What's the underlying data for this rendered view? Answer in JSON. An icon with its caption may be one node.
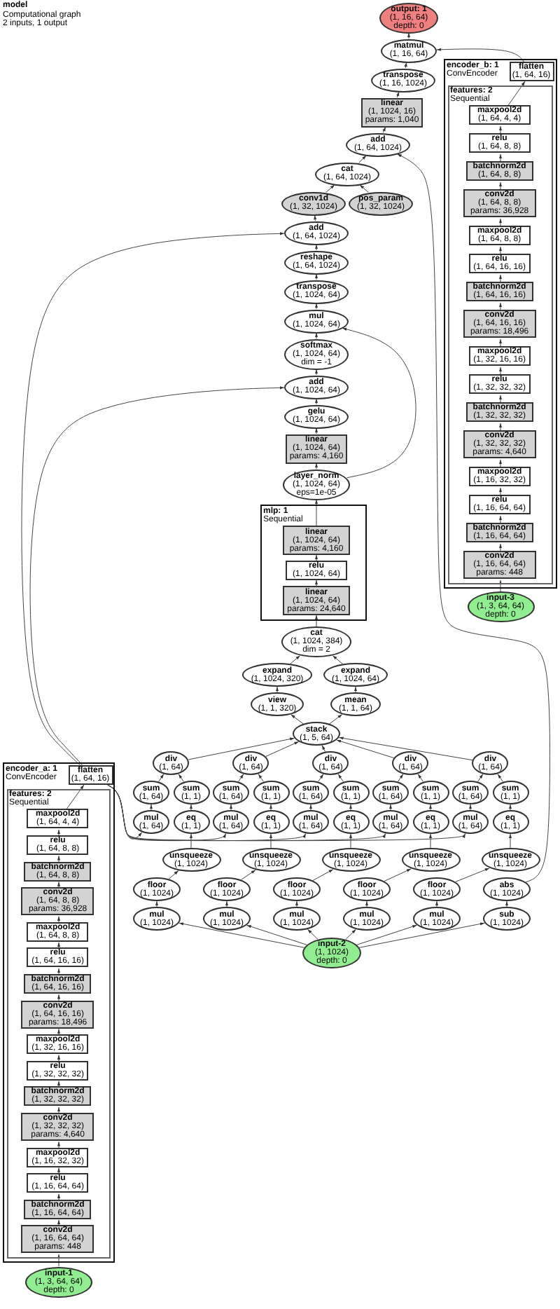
{
  "diagram": {
    "title": "model",
    "labels": [
      "Computational graph",
      "2 inputs, 1 output"
    ],
    "nodes": [
      {
        "text": [
          "output: 1",
          "(1, 16, 64)",
          "depth: 0"
        ]
      },
      {
        "text": [
          "matmul",
          "(1, 16, 64)"
        ]
      },
      {
        "text": [
          "transpose",
          "(1, 16, 1024)"
        ]
      },
      {
        "text": [
          "linear",
          "(1, 1024, 16)",
          "params: 1,040"
        ]
      },
      {
        "text": [
          "add",
          "(1, 64, 1024)"
        ]
      },
      {
        "text": [
          "cat",
          "(1, 64, 1024)"
        ]
      },
      {
        "text": [
          "conv1d",
          "(1, 32, 1024)"
        ]
      },
      {
        "text": [
          "pos_param",
          "(1, 32, 1024)"
        ]
      },
      {
        "text": [
          "add",
          "(1, 64, 1024)"
        ]
      },
      {
        "text": [
          "reshape",
          "(1, 64, 1024)"
        ]
      },
      {
        "text": [
          "transpose",
          "(1, 1024, 64)"
        ]
      },
      {
        "text": [
          "mul",
          "(1, 1024, 64)"
        ]
      },
      {
        "text": [
          "softmax",
          "(1, 1024, 64)",
          "dim = -1"
        ]
      },
      {
        "text": [
          "add",
          "(1, 1024, 64)"
        ]
      },
      {
        "text": [
          "gelu",
          "(1, 1024, 64)"
        ]
      },
      {
        "text": [
          "linear",
          "(1, 1024, 64)",
          "params: 4,160"
        ]
      },
      {
        "text": [
          "layer_norm",
          "(1, 1024, 64)",
          "eps=1e-05"
        ]
      },
      {
        "text": [
          "mlp: 1",
          "Sequential"
        ]
      },
      {
        "text": [
          "linear",
          "(1, 1024, 64)",
          "params: 4,160"
        ],
        "in": 17
      },
      {
        "text": [
          "relu",
          "(1, 1024, 64)"
        ],
        "in": 17
      },
      {
        "text": [
          "linear",
          "(1, 1024, 64)",
          "params: 24,640"
        ],
        "in": 17
      },
      {
        "text": [
          "cat",
          "(1, 1024, 384)",
          "dim = 2"
        ]
      },
      {
        "text": [
          "expand",
          "(1, 1024, 320)"
        ]
      },
      {
        "text": [
          "expand",
          "(1, 1024, 64)"
        ]
      },
      {
        "text": [
          "view",
          "(1, 1, 320)"
        ]
      },
      {
        "text": [
          "mean",
          "(1, 1, 64)"
        ]
      },
      {
        "text": [
          "stack",
          "(1, 5, 64)"
        ]
      },
      {
        "text": [
          "div",
          "(1, 64)"
        ]
      },
      {
        "text": [
          "div",
          "(1, 64)"
        ]
      },
      {
        "text": [
          "div",
          "(1, 64)"
        ]
      },
      {
        "text": [
          "div",
          "(1, 64)"
        ]
      },
      {
        "text": [
          "div",
          "(1, 64)"
        ]
      },
      {
        "text": [
          "sum",
          "(1, 64)"
        ]
      },
      {
        "text": [
          "sum",
          "(1, 1)"
        ]
      },
      {
        "text": [
          "sum",
          "(1, 64)"
        ]
      },
      {
        "text": [
          "sum",
          "(1, 1)"
        ]
      },
      {
        "text": [
          "sum",
          "(1, 64)"
        ]
      },
      {
        "text": [
          "sum",
          "(1, 1)"
        ]
      },
      {
        "text": [
          "sum",
          "(1, 64)"
        ]
      },
      {
        "text": [
          "sum",
          "(1, 1)"
        ]
      },
      {
        "text": [
          "sum",
          "(1, 64)"
        ]
      },
      {
        "text": [
          "sum",
          "(1, 1)"
        ]
      },
      {
        "text": [
          "mul",
          "(1, 64)"
        ]
      },
      {
        "text": [
          "eq",
          "(1, 1)"
        ]
      },
      {
        "text": [
          "mul",
          "(1, 64)"
        ]
      },
      {
        "text": [
          "eq",
          "(1, 1)"
        ]
      },
      {
        "text": [
          "mul",
          "(1, 64)"
        ]
      },
      {
        "text": [
          "eq",
          "(1, 1)"
        ]
      },
      {
        "text": [
          "mul",
          "(1, 64)"
        ]
      },
      {
        "text": [
          "eq",
          "(1, 1)"
        ]
      },
      {
        "text": [
          "mul",
          "(1, 64)"
        ]
      },
      {
        "text": [
          "eq",
          "(1, 1)"
        ]
      },
      {
        "text": [
          "unsqueeze",
          "(1, 1024)"
        ]
      },
      {
        "text": [
          "unsqueeze",
          "(1, 1024)"
        ]
      },
      {
        "text": [
          "unsqueeze",
          "(1, 1024)"
        ]
      },
      {
        "text": [
          "unsqueeze",
          "(1, 1024)"
        ]
      },
      {
        "text": [
          "unsqueeze",
          "(1, 1024)"
        ]
      },
      {
        "text": [
          "floor",
          "(1, 1024)"
        ]
      },
      {
        "text": [
          "floor",
          "(1, 1024)"
        ]
      },
      {
        "text": [
          "floor",
          "(1, 1024)"
        ]
      },
      {
        "text": [
          "floor",
          "(1, 1024)"
        ]
      },
      {
        "text": [
          "floor",
          "(1, 1024)"
        ]
      },
      {
        "text": [
          "abs",
          "(1, 1024)"
        ]
      },
      {
        "text": [
          "mul",
          "(1, 1024)"
        ]
      },
      {
        "text": [
          "mul",
          "(1, 1024)"
        ]
      },
      {
        "text": [
          "mul",
          "(1, 1024)"
        ]
      },
      {
        "text": [
          "mul",
          "(1, 1024)"
        ]
      },
      {
        "text": [
          "mul",
          "(1, 1024)"
        ]
      },
      {
        "text": [
          "sub",
          "(1, 1024)"
        ]
      },
      {
        "text": [
          "input-2",
          "(1, 1024)",
          "depth: 0"
        ]
      },
      {
        "text": [
          "encoder_a: 1",
          "ConvEncoder"
        ]
      },
      {
        "text": [
          "flatten",
          "(1, 64, 16)"
        ],
        "in": 70
      },
      {
        "text": [
          "features: 2",
          "Sequential"
        ],
        "in": 70
      },
      {
        "text": [
          "maxpool2d",
          "(1, 64, 4, 4)"
        ],
        "in": 72
      },
      {
        "text": [
          "relu",
          "(1, 64, 8, 8)"
        ],
        "in": 72
      },
      {
        "text": [
          "batchnorm2d",
          "(1, 64, 8, 8)"
        ],
        "in": 72
      },
      {
        "text": [
          "conv2d",
          "(1, 64, 8, 8)",
          "params: 36,928"
        ],
        "in": 72
      },
      {
        "text": [
          "maxpool2d",
          "(1, 64, 8, 8)"
        ],
        "in": 72
      },
      {
        "text": [
          "relu",
          "(1, 64, 16, 16)"
        ],
        "in": 72
      },
      {
        "text": [
          "batchnorm2d",
          "(1, 64, 16, 16)"
        ],
        "in": 72
      },
      {
        "text": [
          "conv2d",
          "(1, 64, 16, 16)",
          "params: 18,496"
        ],
        "in": 72
      },
      {
        "text": [
          "maxpool2d",
          "(1, 32, 16, 16)"
        ],
        "in": 72
      },
      {
        "text": [
          "relu",
          "(1, 32, 32, 32)"
        ],
        "in": 72
      },
      {
        "text": [
          "batchnorm2d",
          "(1, 32, 32, 32)"
        ],
        "in": 72
      },
      {
        "text": [
          "conv2d",
          "(1, 32, 32, 32)",
          "params: 4,640"
        ],
        "in": 72
      },
      {
        "text": [
          "maxpool2d",
          "(1, 16, 32, 32)"
        ],
        "in": 72
      },
      {
        "text": [
          "relu",
          "(1, 16, 64, 64)"
        ],
        "in": 72
      },
      {
        "text": [
          "batchnorm2d",
          "(1, 16, 64, 64)"
        ],
        "in": 72
      },
      {
        "text": [
          "conv2d",
          "(1, 16, 64, 64)",
          "params: 448"
        ],
        "in": 72
      },
      {
        "text": [
          "input-1",
          "(1, 3, 64, 64)",
          "depth: 0"
        ]
      },
      {
        "text": [
          "encoder_b: 1",
          "ConvEncoder"
        ]
      },
      {
        "text": [
          "flatten",
          "(1, 64, 16)"
        ],
        "in": 90
      },
      {
        "text": [
          "features: 2",
          "Sequential"
        ],
        "in": 90
      },
      {
        "text": [
          "maxpool2d",
          "(1, 64, 4, 4)"
        ],
        "in": 92
      },
      {
        "text": [
          "relu",
          "(1, 64, 8, 8)"
        ],
        "in": 92
      },
      {
        "text": [
          "batchnorm2d",
          "(1, 64, 8, 8)"
        ],
        "in": 92
      },
      {
        "text": [
          "conv2d",
          "(1, 64, 8, 8)",
          "params: 36,928"
        ],
        "in": 92
      },
      {
        "text": [
          "maxpool2d",
          "(1, 64, 8, 8)"
        ],
        "in": 92
      },
      {
        "text": [
          "relu",
          "(1, 64, 16, 16)"
        ],
        "in": 92
      },
      {
        "text": [
          "batchnorm2d",
          "(1, 64, 16, 16)"
        ],
        "in": 92
      },
      {
        "text": [
          "conv2d",
          "(1, 64, 16, 16)",
          "params: 18,496"
        ],
        "in": 92
      },
      {
        "text": [
          "maxpool2d",
          "(1, 32, 16, 16)"
        ],
        "in": 92
      },
      {
        "text": [
          "relu",
          "(1, 32, 32, 32)"
        ],
        "in": 92
      },
      {
        "text": [
          "batchnorm2d",
          "(1, 32, 32, 32)"
        ],
        "in": 92
      },
      {
        "text": [
          "conv2d",
          "(1, 32, 32, 32)",
          "params: 4,640"
        ],
        "in": 92
      },
      {
        "text": [
          "maxpool2d",
          "(1, 16, 32, 32)"
        ],
        "in": 92
      },
      {
        "text": [
          "relu",
          "(1, 16, 64, 64)"
        ],
        "in": 92
      },
      {
        "text": [
          "batchnorm2d",
          "(1, 16, 64, 64)"
        ],
        "in": 92
      },
      {
        "text": [
          "conv2d",
          "(1, 16, 64, 64)",
          "params: 448"
        ],
        "in": 92
      },
      {
        "text": [
          "input-3",
          "(1, 3, 64, 64)",
          "depth: 0"
        ]
      }
    ],
    "edges": [
      {
        "from": 1,
        "to": 0,
        "arrow": "to"
      },
      {
        "from": 2,
        "to": 1,
        "arrow": "to"
      },
      {
        "from": 91,
        "to": 1,
        "arrow": "to"
      },
      {
        "from": 3,
        "to": 2,
        "arrow": "to"
      },
      {
        "from": 4,
        "to": 3,
        "arrow": "to"
      },
      {
        "from": 5,
        "to": 4,
        "arrow": "to"
      },
      {
        "from": 62,
        "to": 4,
        "arrow": "to"
      },
      {
        "from": 6,
        "to": 5,
        "arrow": "to"
      },
      {
        "from": 7,
        "to": 5,
        "arrow": "to"
      },
      {
        "from": 8,
        "to": 6,
        "arrow": "to"
      },
      {
        "from": 9,
        "to": 8,
        "arrow": "to"
      },
      {
        "from": 71,
        "to": 8,
        "arrow": "to"
      },
      {
        "from": 10,
        "to": 9,
        "arrow": "to"
      },
      {
        "from": 11,
        "to": 10,
        "arrow": "to"
      },
      {
        "from": 12,
        "to": 11,
        "arrow": "to"
      },
      {
        "from": 16,
        "to": 11,
        "arrow": "to"
      },
      {
        "from": 13,
        "to": 12,
        "arrow": "to"
      },
      {
        "from": 14,
        "to": 13,
        "arrow": "to"
      },
      {
        "from": 71,
        "to": 13,
        "arrow": "to"
      },
      {
        "from": 15,
        "to": 14,
        "arrow": "to"
      },
      {
        "from": 16,
        "to": 15,
        "arrow": "to"
      },
      {
        "from": 18,
        "to": 16,
        "arrow": "to"
      },
      {
        "from": 19,
        "to": 18,
        "arrow": "to"
      },
      {
        "from": 20,
        "to": 19,
        "arrow": "to"
      },
      {
        "from": 21,
        "to": 20,
        "arrow": "to"
      },
      {
        "from": 22,
        "to": 21,
        "arrow": "to"
      },
      {
        "from": 23,
        "to": 21,
        "arrow": "to"
      },
      {
        "from": 24,
        "to": 22,
        "arrow": "to"
      },
      {
        "from": 25,
        "to": 23,
        "arrow": "to"
      },
      {
        "from": 26,
        "to": 24,
        "arrow": "to"
      },
      {
        "from": 26,
        "to": 25,
        "arrow": "to"
      },
      {
        "from": 27,
        "to": 26,
        "arrow": "to"
      },
      {
        "from": 28,
        "to": 26,
        "arrow": "to"
      },
      {
        "from": 29,
        "to": 26,
        "arrow": "to"
      },
      {
        "from": 30,
        "to": 26,
        "arrow": "to"
      },
      {
        "from": 31,
        "to": 26,
        "arrow": "to"
      },
      {
        "from": 32,
        "to": 27,
        "arrow": "to"
      },
      {
        "from": 33,
        "to": 27,
        "arrow": "to"
      },
      {
        "from": 34,
        "to": 28,
        "arrow": "to"
      },
      {
        "from": 35,
        "to": 28,
        "arrow": "to"
      },
      {
        "from": 36,
        "to": 29,
        "arrow": "to"
      },
      {
        "from": 37,
        "to": 29,
        "arrow": "to"
      },
      {
        "from": 38,
        "to": 30,
        "arrow": "to"
      },
      {
        "from": 39,
        "to": 30,
        "arrow": "to"
      },
      {
        "from": 40,
        "to": 31,
        "arrow": "to"
      },
      {
        "from": 41,
        "to": 31,
        "arrow": "to"
      },
      {
        "from": 42,
        "to": 32,
        "arrow": "to"
      },
      {
        "from": 43,
        "to": 33,
        "arrow": "to"
      },
      {
        "from": 44,
        "to": 34,
        "arrow": "to"
      },
      {
        "from": 45,
        "to": 35,
        "arrow": "to"
      },
      {
        "from": 46,
        "to": 36,
        "arrow": "to"
      },
      {
        "from": 47,
        "to": 37,
        "arrow": "to"
      },
      {
        "from": 48,
        "to": 38,
        "arrow": "to"
      },
      {
        "from": 49,
        "to": 39,
        "arrow": "to"
      },
      {
        "from": 50,
        "to": 40,
        "arrow": "to"
      },
      {
        "from": 51,
        "to": 41,
        "arrow": "to"
      },
      {
        "from": 71,
        "to": 42,
        "arrow": "to"
      },
      {
        "from": 71,
        "to": 44,
        "arrow": "to"
      },
      {
        "from": 71,
        "to": 46,
        "arrow": "to"
      },
      {
        "from": 71,
        "to": 48,
        "arrow": "to"
      },
      {
        "from": 71,
        "to": 50,
        "arrow": "to"
      },
      {
        "from": 52,
        "to": 43,
        "arrow": "to"
      },
      {
        "from": 53,
        "to": 45,
        "arrow": "to"
      },
      {
        "from": 54,
        "to": 47,
        "arrow": "to"
      },
      {
        "from": 55,
        "to": 49,
        "arrow": "to"
      },
      {
        "from": 56,
        "to": 51,
        "arrow": "to"
      },
      {
        "from": 57,
        "to": 52,
        "arrow": "to"
      },
      {
        "from": 58,
        "to": 53,
        "arrow": "to"
      },
      {
        "from": 59,
        "to": 54,
        "arrow": "to"
      },
      {
        "from": 60,
        "to": 55,
        "arrow": "to"
      },
      {
        "from": 61,
        "to": 56,
        "arrow": "to"
      },
      {
        "from": 63,
        "to": 57,
        "arrow": "to"
      },
      {
        "from": 64,
        "to": 58,
        "arrow": "to"
      },
      {
        "from": 65,
        "to": 59,
        "arrow": "to"
      },
      {
        "from": 66,
        "to": 60,
        "arrow": "to"
      },
      {
        "from": 67,
        "to": 61,
        "arrow": "to"
      },
      {
        "from": 68,
        "to": 62,
        "arrow": "to"
      },
      {
        "from": 69,
        "to": 63,
        "arrow": "to"
      },
      {
        "from": 69,
        "to": 64,
        "arrow": "to"
      },
      {
        "from": 69,
        "to": 65,
        "arrow": "to"
      },
      {
        "from": 69,
        "to": 66,
        "arrow": "to"
      },
      {
        "from": 69,
        "to": 67,
        "arrow": "to"
      },
      {
        "from": 69,
        "to": 68,
        "arrow": "to"
      },
      {
        "from": 89,
        "to": 88,
        "arrow": "to"
      },
      {
        "from": 88,
        "to": 87,
        "arrow": "to"
      },
      {
        "from": 87,
        "to": 86,
        "arrow": "to"
      },
      {
        "from": 86,
        "to": 85,
        "arrow": "to"
      },
      {
        "from": 85,
        "to": 84,
        "arrow": "to"
      },
      {
        "from": 84,
        "to": 83,
        "arrow": "to"
      },
      {
        "from": 83,
        "to": 82,
        "arrow": "to"
      },
      {
        "from": 82,
        "to": 81,
        "arrow": "to"
      },
      {
        "from": 81,
        "to": 80,
        "arrow": "to"
      },
      {
        "from": 80,
        "to": 79,
        "arrow": "to"
      },
      {
        "from": 79,
        "to": 78,
        "arrow": "to"
      },
      {
        "from": 78,
        "to": 77,
        "arrow": "to"
      },
      {
        "from": 77,
        "to": 76,
        "arrow": "to"
      },
      {
        "from": 76,
        "to": 75,
        "arrow": "to"
      },
      {
        "from": 75,
        "to": 74,
        "arrow": "to"
      },
      {
        "from": 74,
        "to": 73,
        "arrow": "to"
      },
      {
        "from": 73,
        "to": 71,
        "arrow": "to"
      },
      {
        "from": 109,
        "to": 108,
        "arrow": "to"
      },
      {
        "from": 108,
        "to": 107,
        "arrow": "to"
      },
      {
        "from": 107,
        "to": 106,
        "arrow": "to"
      },
      {
        "from": 106,
        "to": 105,
        "arrow": "to"
      },
      {
        "from": 105,
        "to": 104,
        "arrow": "to"
      },
      {
        "from": 104,
        "to": 103,
        "arrow": "to"
      },
      {
        "from": 103,
        "to": 102,
        "arrow": "to"
      },
      {
        "from": 102,
        "to": 101,
        "arrow": "to"
      },
      {
        "from": 101,
        "to": 100,
        "arrow": "to"
      },
      {
        "from": 100,
        "to": 99,
        "arrow": "to"
      },
      {
        "from": 99,
        "to": 98,
        "arrow": "to"
      },
      {
        "from": 98,
        "to": 97,
        "arrow": "to"
      },
      {
        "from": 97,
        "to": 96,
        "arrow": "to"
      },
      {
        "from": 96,
        "to": 95,
        "arrow": "to"
      },
      {
        "from": 95,
        "to": 94,
        "arrow": "to"
      },
      {
        "from": 94,
        "to": 93,
        "arrow": "to"
      },
      {
        "from": 93,
        "to": 91,
        "arrow": "to"
      }
    ]
  }
}
